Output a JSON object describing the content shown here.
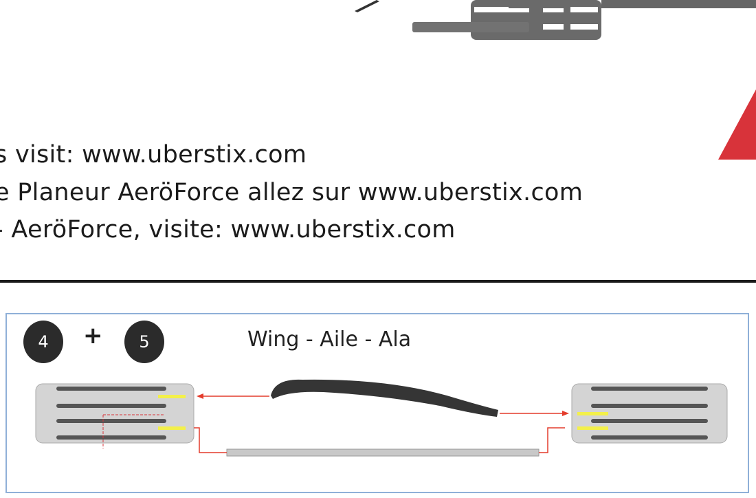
{
  "links": {
    "line1": "s visit: www.uberstix.com",
    "line2": "e Planeur AeröForce allez sur www.uberstix.com",
    "line3": "- AeröForce, visite: www.uberstix.com"
  },
  "step": {
    "part_a": "4",
    "plus": "+",
    "part_b": "5",
    "title": "Wing - Aile - Ala"
  },
  "colors": {
    "accent_red": "#d8333a",
    "arrow": "#e43c2c",
    "highlight": "#f3f04a",
    "frame": "#8fb0d8"
  }
}
